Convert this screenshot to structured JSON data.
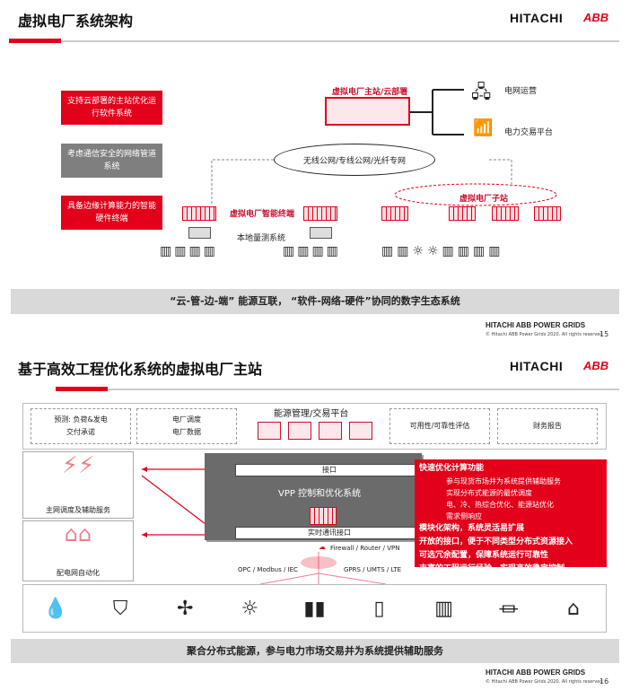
{
  "slide1": {
    "title": "虚拟电厂系统架构",
    "logo_hitachi": "HITACHI",
    "logo_abb": "ABB",
    "left_boxes": [
      "支持云部署的主站优化运行软件系统",
      "考虑通信安全的网络管道系统",
      "具备边缘计算能力的智能硬件终端"
    ],
    "master_label": "虚拟电厂主站/云部署",
    "right_items": [
      "电网运营",
      "电力交易平台"
    ],
    "cloud_label": "无线公网/专线公网/光纤专网",
    "terminal_label": "虚拟电厂智能终端",
    "local_label": "本地量测系统",
    "substation_label": "虚拟电厂子站",
    "banner": "“云-管-边-端” 能源互联， “软件-网络-硬件”协同的数字生态系统",
    "footer": "HITACHI ABB POWER GRIDS",
    "copyright": "© Hitachi ABB Power Grids 2020. All rights reserved",
    "page": "15"
  },
  "slide2": {
    "title": "基于高效工程优化系统的虚拟电厂主站",
    "logo_hitachi": "HITACHI",
    "logo_abb": "ABB",
    "top_boxes": [
      {
        "l1": "预测: 负荷&发电",
        "l2": "交付承诺"
      },
      {
        "l1": "电厂调度",
        "l2": "电厂数据"
      }
    ],
    "platform_label": "能源管理/交易平台",
    "top_right_boxes": [
      "可用性/可靠性评估",
      "财务报告"
    ],
    "left_panels": [
      "主网调度及辅助服务",
      "配电网自动化"
    ],
    "interface_label": "接口",
    "vpp_label": "VPP 控制和优化系统",
    "comm_label": "实时通讯接口",
    "firewall_label": "Firewall / Router / VPN",
    "opc_label": "OPC / Modbus / IEC",
    "gprs_label": "GPRS / UMTS / LTE",
    "features": {
      "head1": "快速优化计算功能",
      "items": [
        "参与现货市场并为系统提供辅助服务",
        "实现分布式能源的最优调度",
        "电、冷、热综合优化、能源站优化",
        "需求侧响应"
      ],
      "heads": [
        "模块化架构，系统灵活易扩展",
        "开放的接口，便于不同类型分布式资源接入",
        "可选冗余配置，保障系统运行可靠性",
        "丰富的工程运行经验，实现高效稳定控制"
      ]
    },
    "resource_icons": [
      "water-power-icon",
      "hydro-turbine-icon",
      "wind-turbine-icon",
      "solar-icon",
      "battery-storage-icon",
      "fuel-cell-icon",
      "building-icon",
      "cooling-tower-icon",
      "factory-icon"
    ],
    "banner": "聚合分布式能源，参与电力市场交易并为系统提供辅助服务",
    "footer": "HITACHI ABB POWER GRIDS",
    "copyright": "© Hitachi ABB Power Grids 2020. All rights reserved",
    "page": "16"
  },
  "colors": {
    "accent": "#e2001a",
    "gray": "#7f7f7f",
    "banner": "#d9d9d9"
  }
}
